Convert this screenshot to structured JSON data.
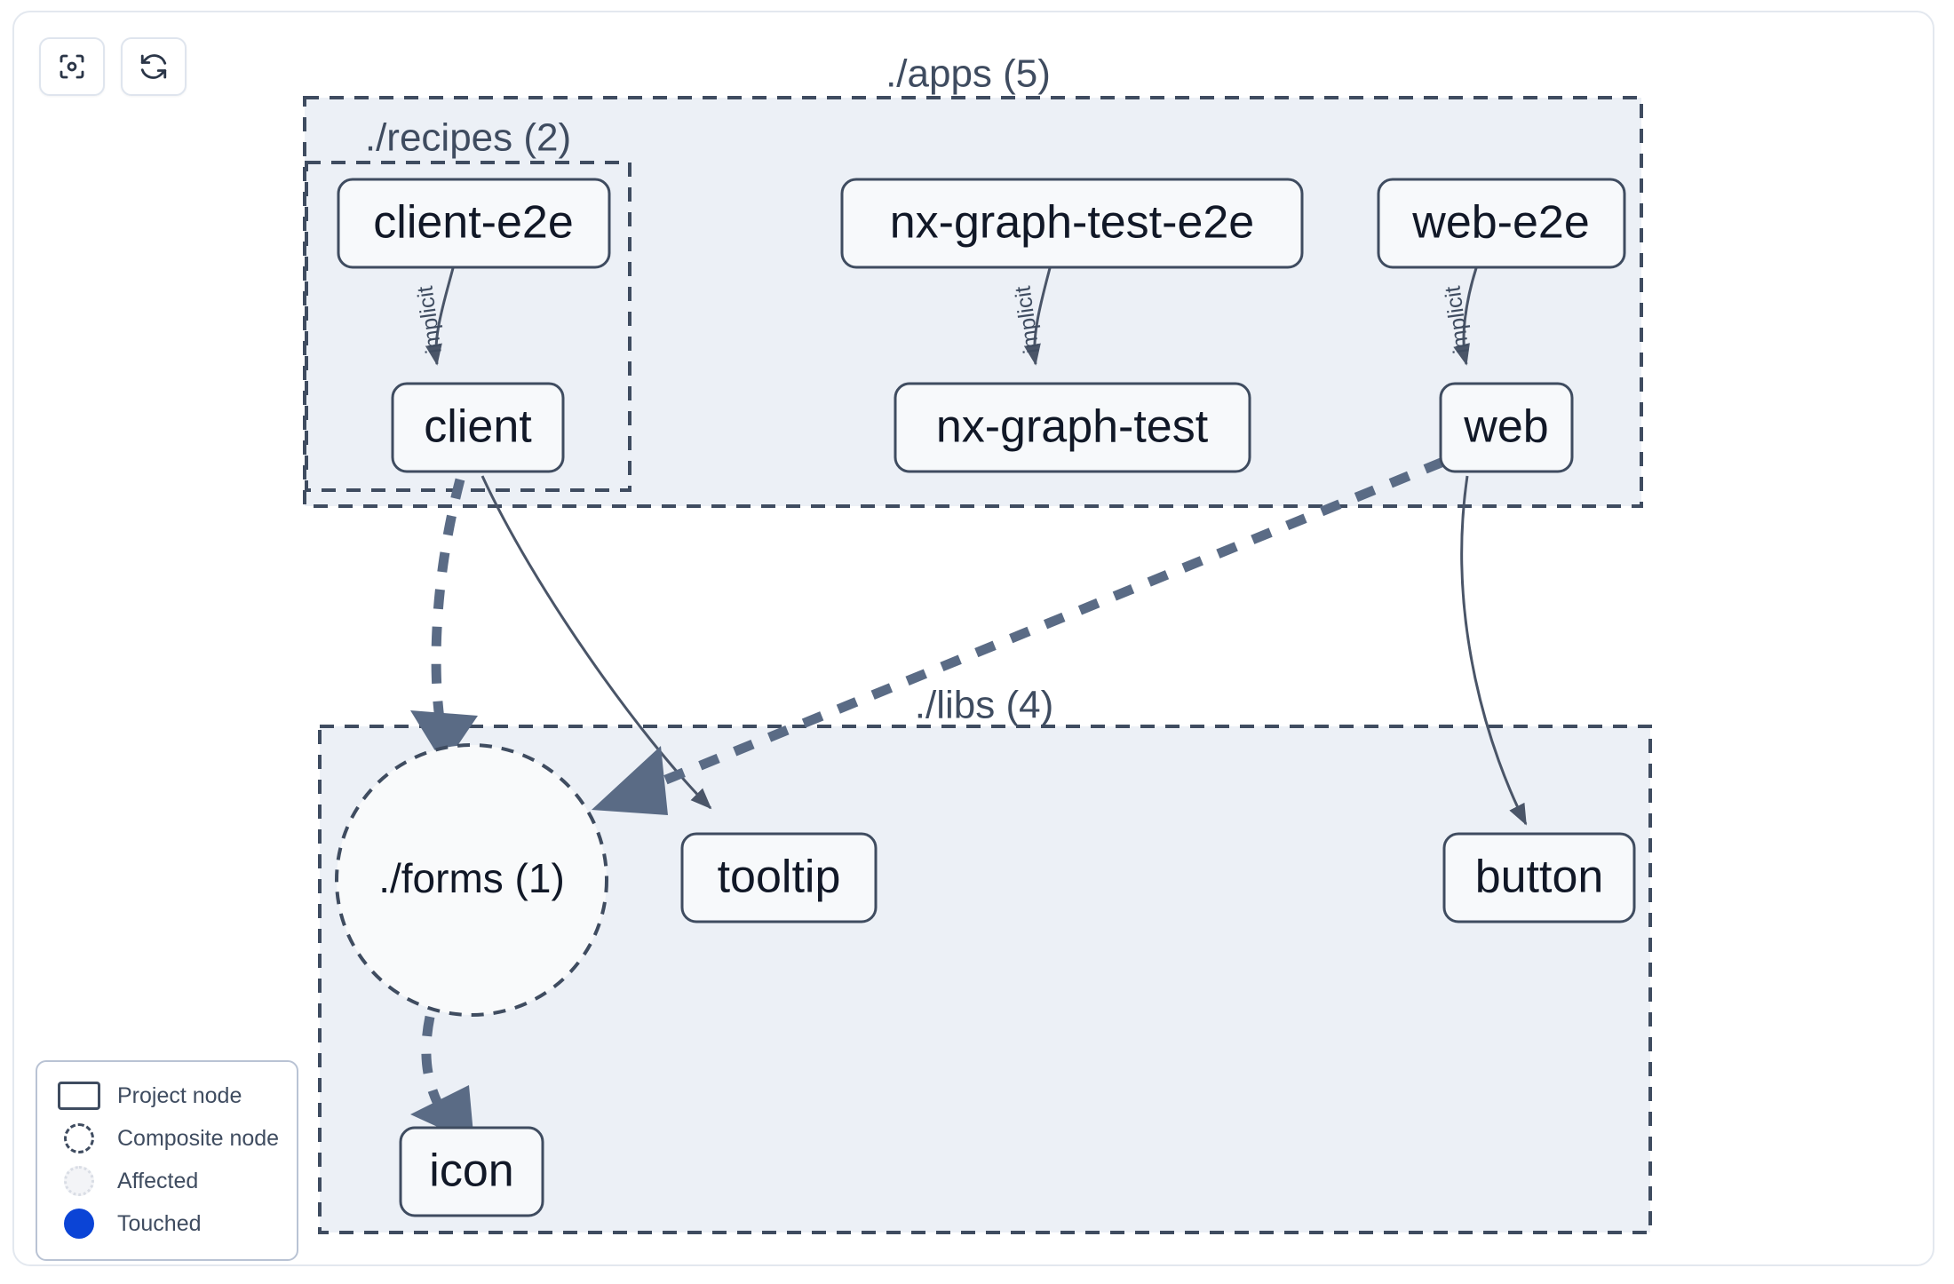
{
  "toolbar": {
    "buttons": [
      {
        "name": "focus-graph-button",
        "icon": "viewfinder-icon",
        "label": ""
      },
      {
        "name": "refresh-graph-button",
        "icon": "refresh-icon",
        "label": ""
      }
    ]
  },
  "graph": {
    "groups": [
      {
        "id": "apps",
        "label": "./apps (5)"
      },
      {
        "id": "recipes",
        "label": "./recipes (2)"
      },
      {
        "id": "libs",
        "label": "./libs (4)"
      }
    ],
    "nodes": [
      {
        "id": "client-e2e",
        "label": "client-e2e",
        "type": "project",
        "group": "recipes"
      },
      {
        "id": "nx-graph-test-e2e",
        "label": "nx-graph-test-e2e",
        "type": "project",
        "group": "apps"
      },
      {
        "id": "web-e2e",
        "label": "web-e2e",
        "type": "project",
        "group": "apps"
      },
      {
        "id": "client",
        "label": "client",
        "type": "project",
        "group": "recipes"
      },
      {
        "id": "nx-graph-test",
        "label": "nx-graph-test",
        "type": "project",
        "group": "apps"
      },
      {
        "id": "web",
        "label": "web",
        "type": "project",
        "group": "apps"
      },
      {
        "id": "forms",
        "label": "./forms (1)",
        "type": "composite",
        "group": "libs"
      },
      {
        "id": "tooltip",
        "label": "tooltip",
        "type": "project",
        "group": "libs"
      },
      {
        "id": "button",
        "label": "button",
        "type": "project",
        "group": "libs"
      },
      {
        "id": "icon",
        "label": "icon",
        "type": "project",
        "group": "libs"
      }
    ],
    "edges": [
      {
        "from": "client-e2e",
        "to": "client",
        "label": "implicit",
        "style": "thin"
      },
      {
        "from": "nx-graph-test-e2e",
        "to": "nx-graph-test",
        "label": "implicit",
        "style": "thin"
      },
      {
        "from": "web-e2e",
        "to": "web",
        "label": "implicit",
        "style": "thin"
      },
      {
        "from": "client",
        "to": "forms",
        "label": "",
        "style": "thick"
      },
      {
        "from": "client",
        "to": "tooltip",
        "label": "",
        "style": "thin"
      },
      {
        "from": "web",
        "to": "forms",
        "label": "",
        "style": "thick"
      },
      {
        "from": "web",
        "to": "button",
        "label": "",
        "style": "thin"
      },
      {
        "from": "forms",
        "to": "icon",
        "label": "",
        "style": "thick"
      }
    ]
  },
  "legend": {
    "items": [
      {
        "swatch": "project-node-swatch",
        "label": "Project node"
      },
      {
        "swatch": "composite-node-swatch",
        "label": "Composite node"
      },
      {
        "swatch": "affected-swatch",
        "label": "Affected"
      },
      {
        "swatch": "touched-swatch",
        "label": "Touched"
      }
    ]
  },
  "colors": {
    "group_fill": "#ecf0f6",
    "group_stroke": "#3f4c60",
    "node_fill": "#f7f9fb",
    "node_stroke": "#3f4c60",
    "edge": "#4a5568",
    "edge_thick": "#5a6b85",
    "touched": "#0b44d6",
    "canvas_border": "#e3e8ef"
  }
}
